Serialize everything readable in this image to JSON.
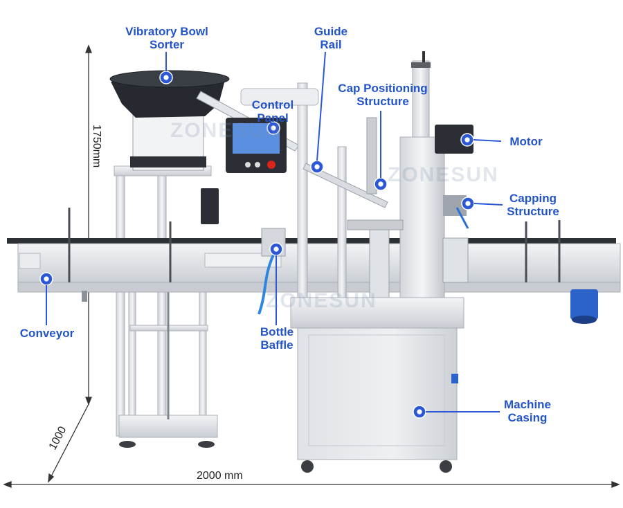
{
  "labels": {
    "vibratory_bowl_sorter": "Vibratory Bowl\nSorter",
    "guide_rail": "Guide\nRail",
    "cap_positioning_structure": "Cap Positioning\nStructure",
    "control_panel": "Control\nPanel",
    "motor": "Motor",
    "capping_structure": "Capping\nStructure",
    "conveyor": "Conveyor",
    "bottle_baffle": "Bottle\nBaffle",
    "machine_casing": "Machine\nCasing"
  },
  "dimensions": {
    "height": "1750mm",
    "depth": "1000",
    "width": "2000 mm"
  },
  "watermark": "ZONESUN",
  "colors": {
    "label_text": "#2454c9",
    "marker": "#2b57d6",
    "frame": "#e6e8ec",
    "frame_shadow": "#b9bec6",
    "bowl": "#262a30",
    "motor": "#2c63c9"
  }
}
